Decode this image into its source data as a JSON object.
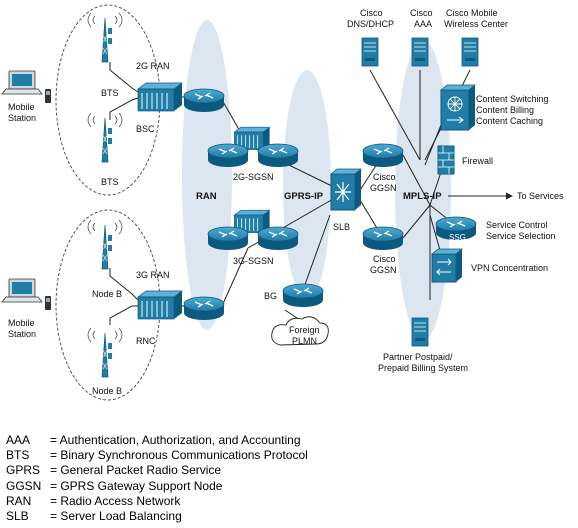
{
  "labels": {
    "mobile_station_1": [
      "Mobile",
      "Station"
    ],
    "mobile_station_2": [
      "Mobile",
      "Station"
    ],
    "bts_top": "BTS",
    "bts_bottom": "BTS",
    "ran_2g": "2G RAN",
    "bsc": "BSC",
    "ran_3g": "3G RAN",
    "node_b_top": "Node B",
    "node_b_bottom": "Node B",
    "rnc": "RNC",
    "ran": "RAN",
    "sgsn_2g": "2G-SGSN",
    "sgsn_3g": "3G-SGSN",
    "gprs_ip": "GPRS-IP",
    "slb": "SLB",
    "bg": "BG",
    "foreign_plmn": [
      "Foreign",
      "PLMN"
    ],
    "ggsn_top": [
      "Cisco",
      "GGSN"
    ],
    "ggsn_bottom": [
      "Cisco",
      "GGSN"
    ],
    "mpls_ip": "MPLS-IP",
    "dns_dhcp": [
      "Cisco",
      "DNS/DHCP"
    ],
    "aaa_server": [
      "Cisco",
      "AAA"
    ],
    "wireless_center": [
      "Cisco  Mobile",
      "Wireless Center"
    ],
    "content_switching": [
      "Content Switching",
      "Content Billing",
      "Content Caching"
    ],
    "firewall": "Firewall",
    "to_services": "To Services",
    "service_control": [
      "Service Control",
      "Service Selection"
    ],
    "ssg": "SSG",
    "vpn": "VPN Concentration",
    "billing": [
      "Partner Postpaid/",
      "Prepaid Billing System"
    ]
  },
  "legend": [
    {
      "abbr": "AAA",
      "def": "= Authentication, Authorization, and Accounting"
    },
    {
      "abbr": "BTS",
      "def": "= Binary Synchronous Communications Protocol"
    },
    {
      "abbr": "GPRS",
      "def": "= General Packet Radio Service"
    },
    {
      "abbr": "GGSN",
      "def": "= GPRS Gateway Support Node"
    },
    {
      "abbr": "RAN",
      "def": "= Radio Access Network"
    },
    {
      "abbr": "SLB",
      "def": "= Server Load Balancing"
    }
  ],
  "colors": {
    "device": "#1f7da8",
    "device_dark": "#0d5a80",
    "cloud": "#dce6f0",
    "line": "#222222"
  }
}
